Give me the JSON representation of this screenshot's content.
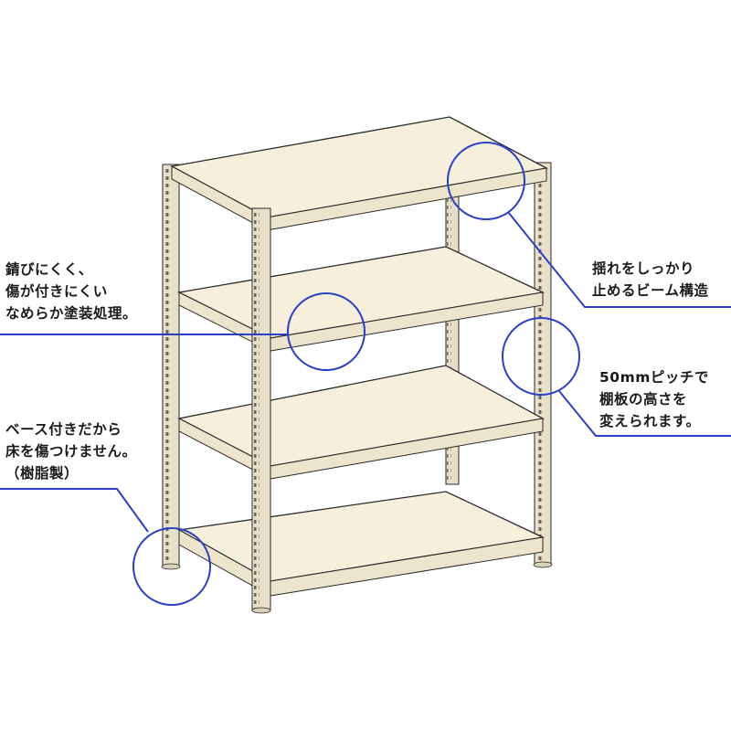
{
  "diagram": {
    "subject": "4-tier steel shelving unit with beige shelves",
    "colors": {
      "shelf_fill": "#f5efdc",
      "frame_fill": "#e6e0c8",
      "outline": "#2a2a2a",
      "callout_line": "#2a3fc9",
      "text": "#1a1a1a"
    }
  },
  "callouts": {
    "rust": {
      "lines": [
        "錆びにくく、",
        "傷が付きにくい",
        "なめらか塗装処理。"
      ]
    },
    "base": {
      "lines": [
        "ベース付きだから",
        "床を傷つけません。",
        "（樹脂製）"
      ]
    },
    "beam": {
      "lines": [
        "揺れをしっかり",
        "止めるビーム構造"
      ]
    },
    "pitch": {
      "lines": [
        "50mmピッチで",
        "棚板の高さを",
        "変えられます。"
      ]
    }
  }
}
